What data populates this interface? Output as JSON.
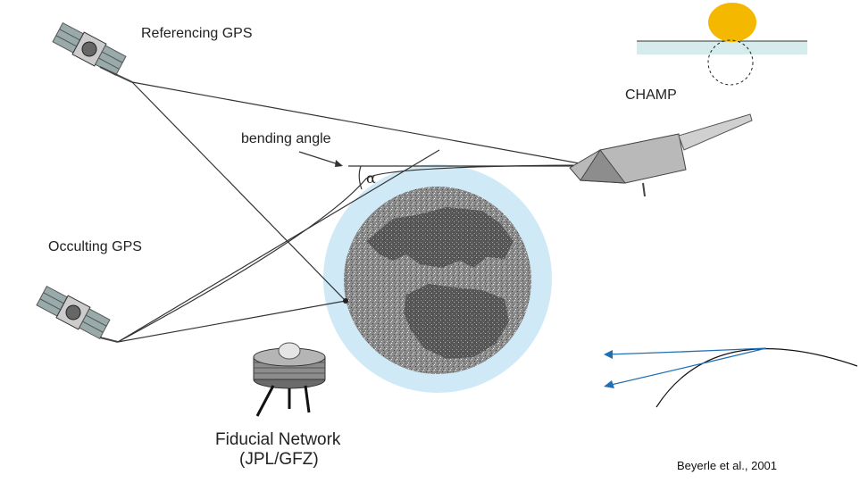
{
  "labels": {
    "referencing_gps": "Referencing GPS",
    "occulting_gps": "Occulting GPS",
    "bending_angle": "bending angle",
    "alpha": "α",
    "champ": "CHAMP",
    "fiducial_network_line1": "Fiducial Network",
    "fiducial_network_line2": "(JPL/GFZ)",
    "citation": "Beyerle et al., 2001"
  },
  "colors": {
    "atmosphere": "#cfeaf6",
    "earth": "#7a7a7a",
    "sun": "#f5b800",
    "horizon_band": "#d6ecec",
    "refracted_rays": "#1f6fb5",
    "lines": "#333333"
  }
}
